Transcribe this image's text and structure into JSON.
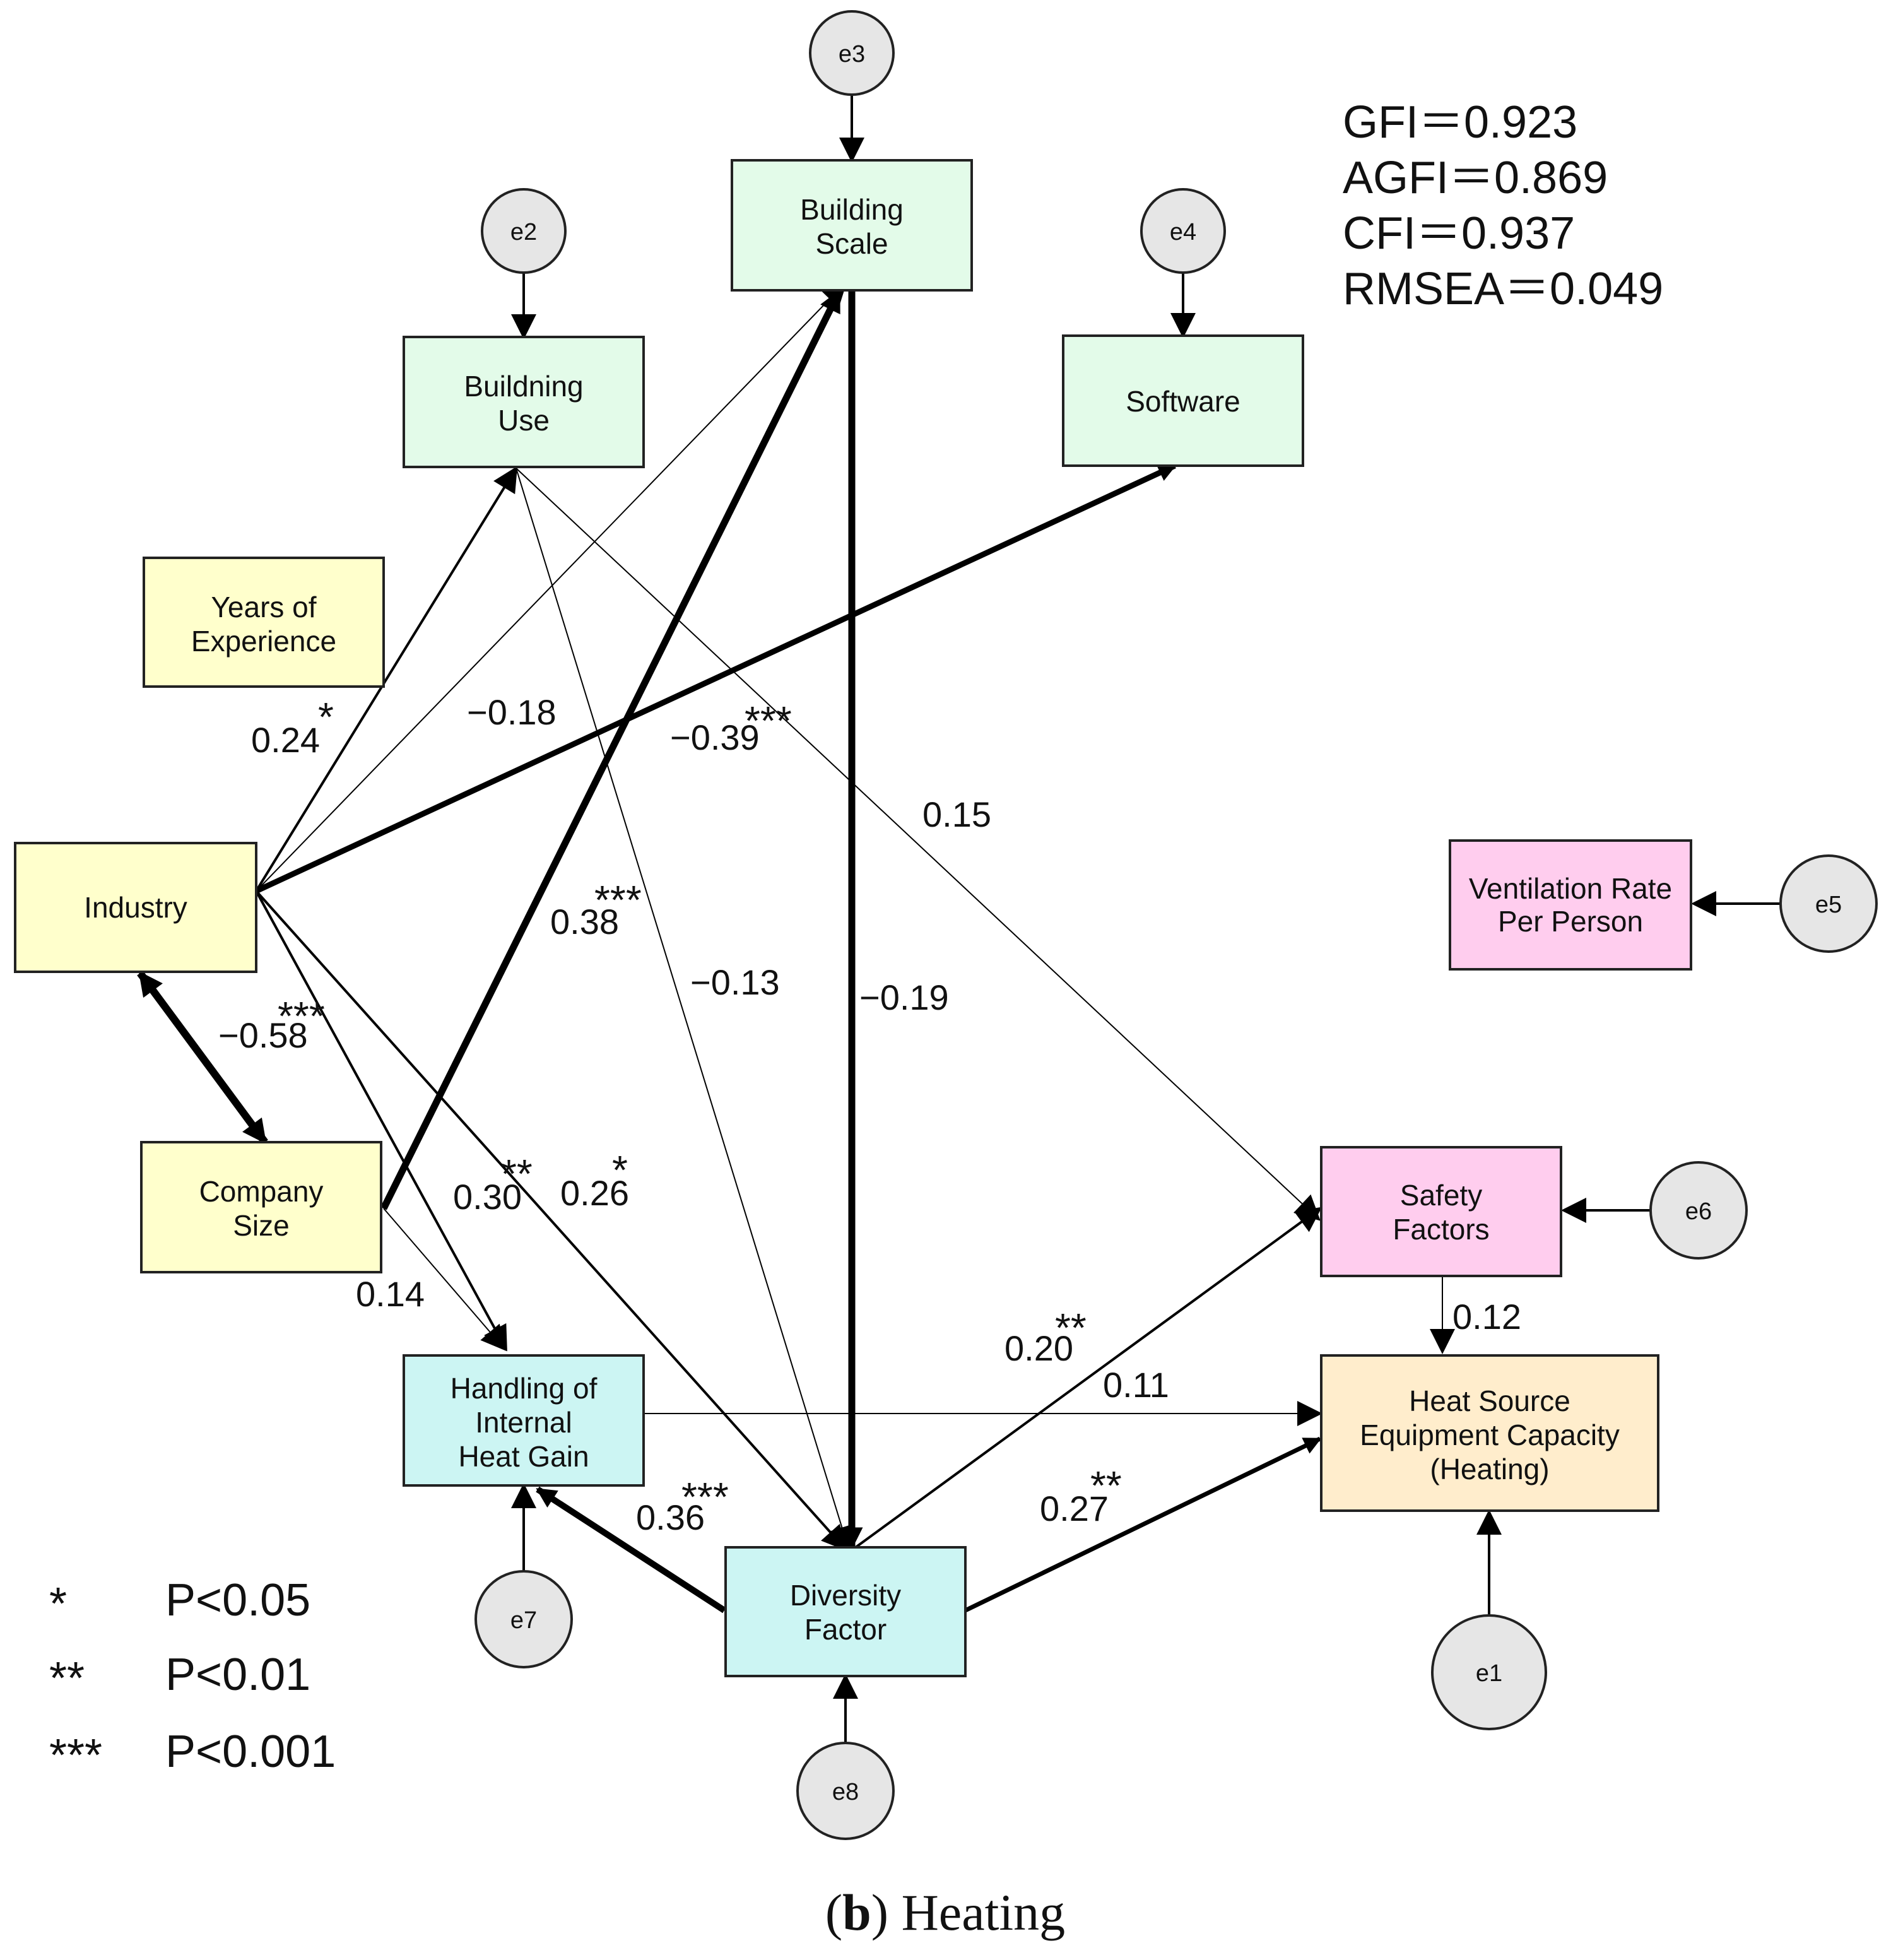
{
  "nodes": {
    "building_scale": {
      "lines": [
        "Building",
        "Scale"
      ],
      "fill": "#e3fbe9"
    },
    "building_use": {
      "lines": [
        "Buildning",
        "Use"
      ],
      "fill": "#e3fbe9"
    },
    "software": {
      "lines": [
        "Software"
      ],
      "fill": "#e3fbe9"
    },
    "years_of_experience": {
      "lines": [
        "Years of",
        "Experience"
      ],
      "fill": "#ffffcc"
    },
    "industry": {
      "lines": [
        "Industry"
      ],
      "fill": "#ffffcc"
    },
    "company_size": {
      "lines": [
        "Company",
        "Size"
      ],
      "fill": "#ffffcc"
    },
    "ventilation_rate": {
      "lines": [
        "Ventilation Rate",
        "Per Person"
      ],
      "fill": "#ffcdee"
    },
    "safety_factors": {
      "lines": [
        "Safety",
        "Factors"
      ],
      "fill": "#ffcdee"
    },
    "heat_source": {
      "lines": [
        "Heat Source",
        "Equipment Capacity",
        "(Heating)"
      ],
      "fill": "#ffedcc"
    },
    "handling_heat_gain": {
      "lines": [
        "Handling of",
        "Internal",
        "Heat Gain"
      ],
      "fill": "#ccf5f3"
    },
    "diversity_factor": {
      "lines": [
        "Diversity",
        "Factor"
      ],
      "fill": "#ccf5f3"
    }
  },
  "errors": [
    "e1",
    "e2",
    "e3",
    "e4",
    "e5",
    "e6",
    "e7",
    "e8"
  ],
  "paths": [
    {
      "id": "ind-use",
      "coef": "0.24",
      "stars": "*"
    },
    {
      "id": "ind-scale",
      "coef": "−0.18",
      "stars": ""
    },
    {
      "id": "ind-soft",
      "coef": "−0.39",
      "stars": "***"
    },
    {
      "id": "use-safety",
      "coef": "0.15",
      "stars": ""
    },
    {
      "id": "comp-scale",
      "coef": "0.38",
      "stars": "***"
    },
    {
      "id": "use-div",
      "coef": "−0.13",
      "stars": ""
    },
    {
      "id": "scale-div",
      "coef": "−0.19",
      "stars": ""
    },
    {
      "id": "ind-comp",
      "coef": "−0.58",
      "stars": "***"
    },
    {
      "id": "ind-hand",
      "coef": "0.30",
      "stars": "**"
    },
    {
      "id": "ind-div",
      "coef": "0.26",
      "stars": "*"
    },
    {
      "id": "comp-hand",
      "coef": "0.14",
      "stars": ""
    },
    {
      "id": "div-safety",
      "coef": "0.20",
      "stars": "**"
    },
    {
      "id": "hand-heat",
      "coef": "0.11",
      "stars": ""
    },
    {
      "id": "safety-heat",
      "coef": "0.12",
      "stars": ""
    },
    {
      "id": "div-heat",
      "coef": "0.27",
      "stars": "**"
    },
    {
      "id": "div-hand",
      "coef": "0.36",
      "stars": "***"
    }
  ],
  "fit_indices": [
    "GFI＝0.923",
    "AGFI＝0.869",
    "CFI＝0.937",
    "RMSEA＝0.049"
  ],
  "legend": [
    {
      "stars": "*",
      "text": "P<0.05"
    },
    {
      "stars": "**",
      "text": "P<0.01"
    },
    {
      "stars": "***",
      "text": "P<0.001"
    }
  ],
  "caption": {
    "letter": "b",
    "text": "Heating"
  },
  "colors": {
    "node_border": "#222222",
    "error_fill": "#e6e6e6",
    "arrow": "#000000"
  }
}
